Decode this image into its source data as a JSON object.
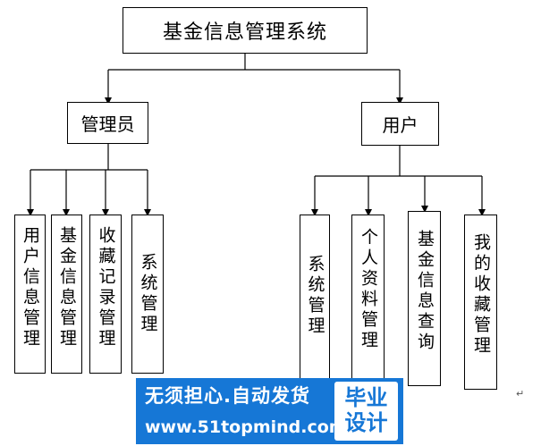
{
  "root": "基金信息管理系统",
  "branches": [
    {
      "label": "管理员",
      "children": [
        "用户信息管理",
        "基金信息管理",
        "收藏记录管理",
        "系统管理"
      ]
    },
    {
      "label": "用户",
      "children": [
        "系统管理",
        "个人资料管理",
        "基金信息查询",
        "我的收藏管理"
      ]
    }
  ],
  "paragraph_mark": "↵",
  "watermark": {
    "line1": "无须担心.自动发货",
    "line2": "www.51topmind.com",
    "badge_top": "毕业",
    "badge_bottom": "设计"
  }
}
